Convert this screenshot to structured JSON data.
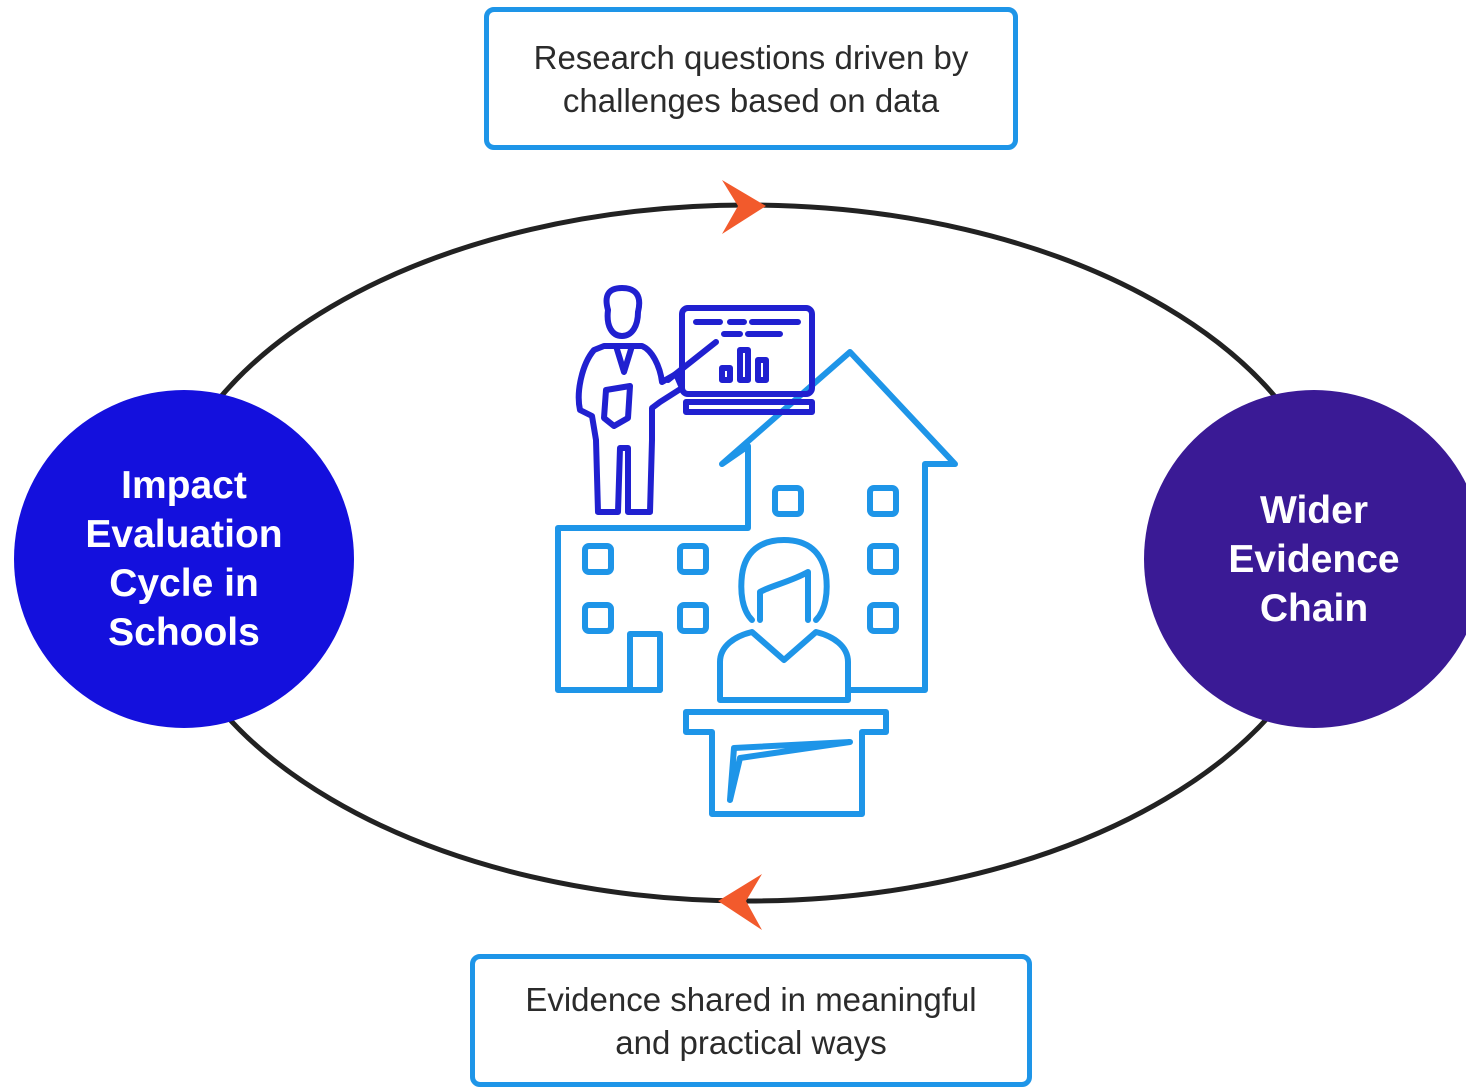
{
  "top_box": {
    "lines": [
      "Research questions driven by",
      "challenges based on data"
    ]
  },
  "bottom_box": {
    "lines": [
      "Evidence shared in meaningful",
      "and practical ways"
    ]
  },
  "left_node": {
    "lines": [
      "Impact",
      "Evaluation",
      "Cycle in",
      "Schools"
    ],
    "color": "#1410dd"
  },
  "right_node": {
    "lines": [
      "Wider",
      "Evidence",
      "Chain"
    ],
    "color": "#3a1a95"
  },
  "colors": {
    "cycle_line": "#222222",
    "arrow": "#f25a2c",
    "box_border": "#1e95e8",
    "icon_dark": "#2020d0",
    "icon_light": "#1e95e8"
  },
  "central_icon": "teacher-presenting-school-icon"
}
